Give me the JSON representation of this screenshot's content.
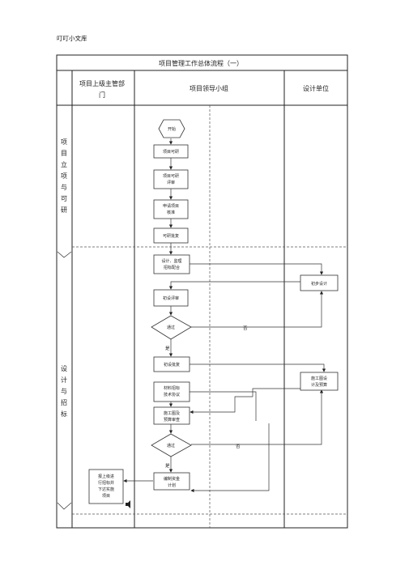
{
  "watermark": "叮叮小文库",
  "title": "项目管理工作总体流程（一）",
  "columns": {
    "superior_line1": "项目上级主管部",
    "superior_line2": "门",
    "leader": "项目领导小组",
    "design": "设计单位"
  },
  "phases": {
    "phase1": [
      "项",
      "目",
      "立",
      "项",
      "与",
      "可",
      "研"
    ],
    "phase2": [
      "设",
      "计",
      "与",
      "招",
      "标"
    ]
  },
  "nodes": {
    "start": "开始",
    "n1": "项目可研",
    "n2": [
      "项目可研",
      "评审"
    ],
    "n3": [
      "申请项目",
      "核准"
    ],
    "n4": "可研批复",
    "n5": [
      "设计、监理",
      "招标配合"
    ],
    "n6": "初步设计",
    "n7": "初设评审",
    "n8": "通过",
    "n9": "初设批复",
    "n10": [
      "施工图设",
      "计及预算"
    ],
    "n11": [
      "材料招标",
      "技术协议"
    ],
    "n12": [
      "施工图及",
      "预算审查"
    ],
    "n13": "通过",
    "n14": [
      "编制资金",
      "计划"
    ],
    "n15": [
      "报上级进",
      "行招标并",
      "下达实施",
      "项目"
    ]
  },
  "labels": {
    "no1": "否",
    "yes1": "是",
    "no2": "否",
    "yes2": "是"
  }
}
